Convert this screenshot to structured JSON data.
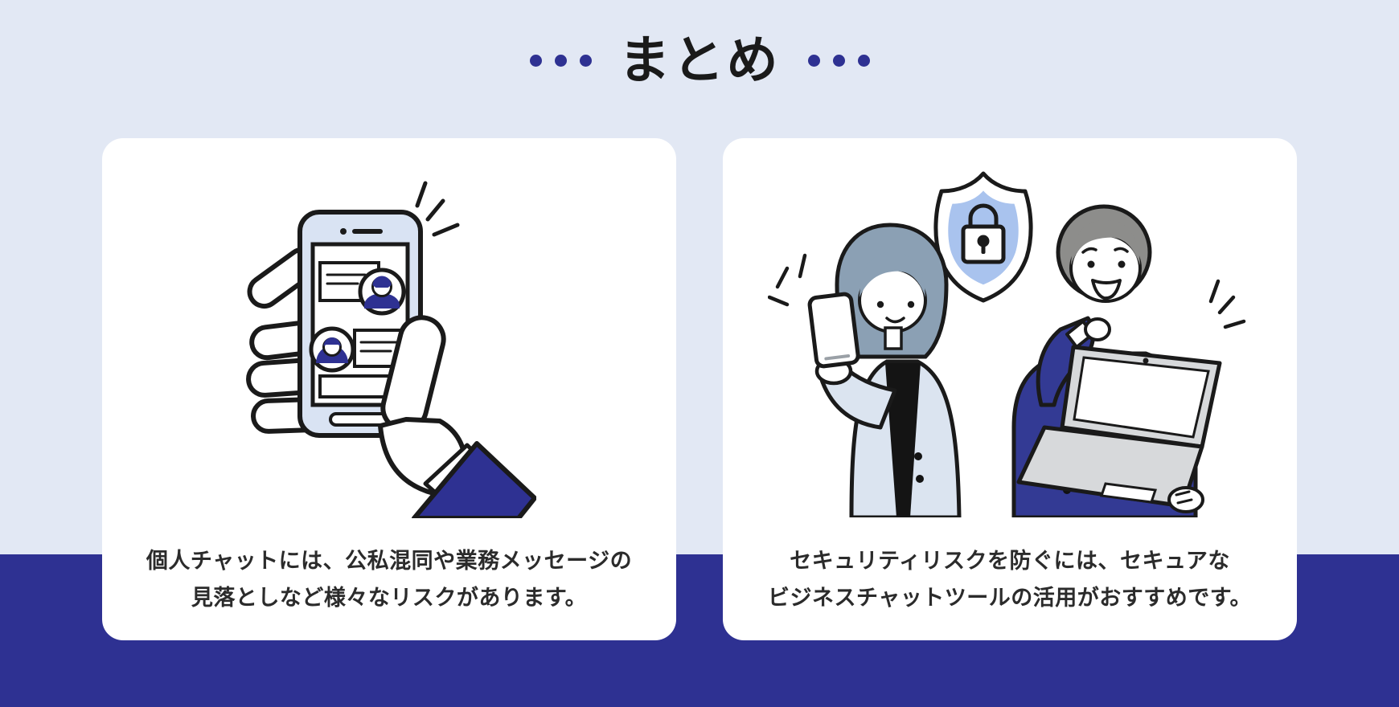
{
  "header": {
    "title": "まとめ",
    "decoration": "three-blue-dots-each-side"
  },
  "cards": {
    "left": {
      "illustration": "hand-holding-smartphone-with-chat-app",
      "caption_line1": "個人チャットには、公私混同や業務メッセージの",
      "caption_line2": "見落としなど様々なリスクがあります。"
    },
    "right": {
      "illustration": "two-businesspeople-with-phone-laptop-and-shield-lock",
      "caption_line1": "セキュリティリスクを防ぐには、セキュアな",
      "caption_line2": "ビジネスチャットツールの活用がおすすめです。"
    }
  },
  "colors": {
    "background_top": "#e2e8f4",
    "background_bottom": "#2e3192",
    "accent_blue": "#2e3192",
    "card_background": "#ffffff",
    "title_text": "#1a1a1a",
    "caption_text": "#2b2b2b",
    "illustration_light_blue": "#d9e3f3",
    "shield_inner_blue": "#a9c3ee",
    "woman_hair": "#8ba0b4",
    "man_hair": "#8d8d8b",
    "man_sweater": "#333a94",
    "jacket_light_blue": "#dbe4f0"
  }
}
